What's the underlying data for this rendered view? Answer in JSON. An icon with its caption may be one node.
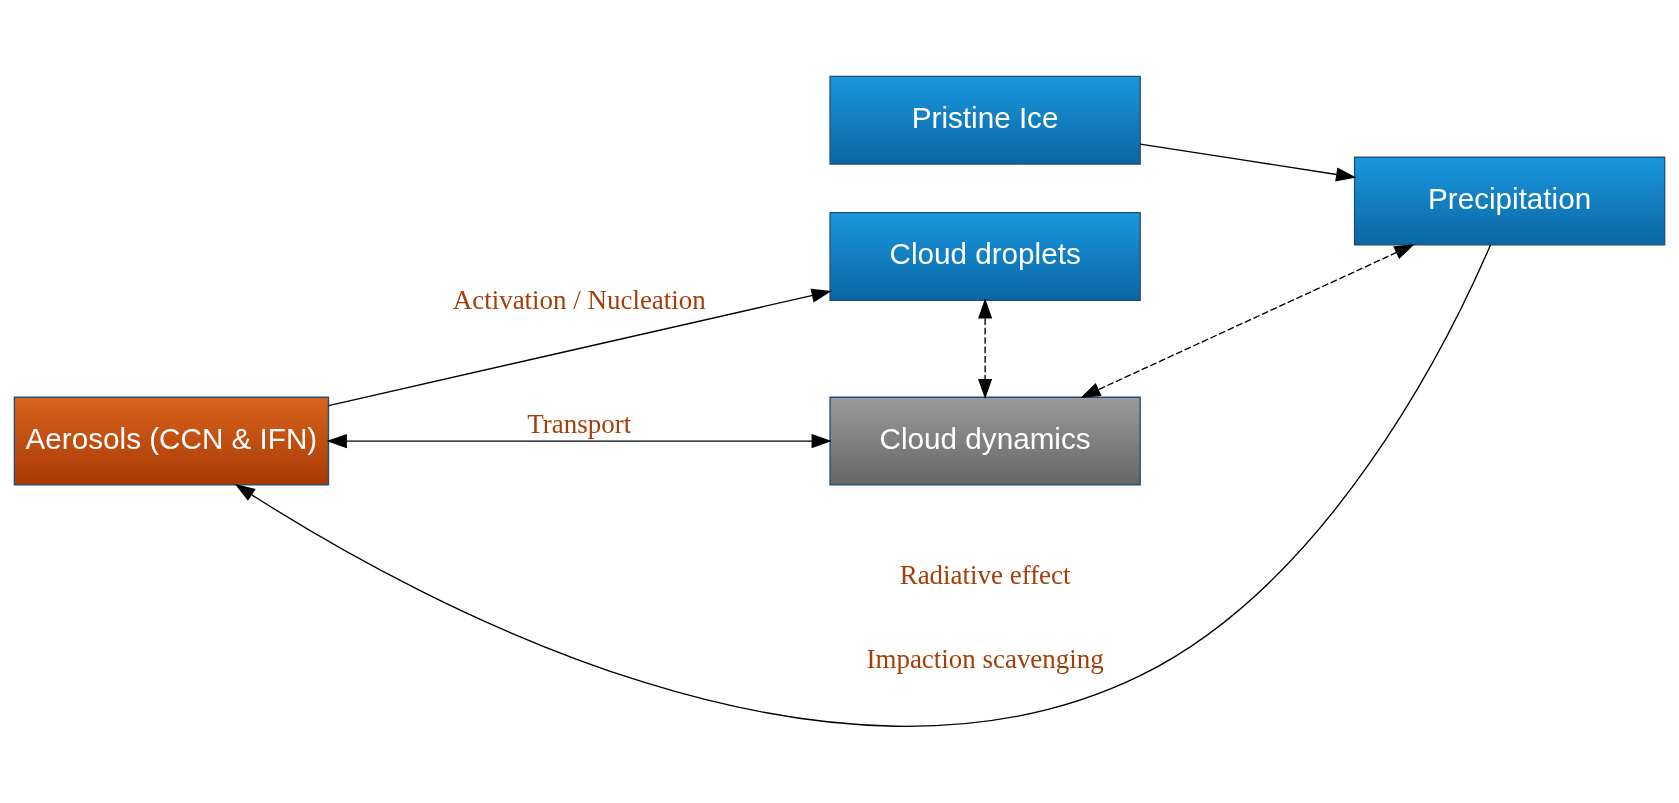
{
  "diagram": {
    "nodes": [
      {
        "text": [
          "Pristine Ice"
        ]
      },
      {
        "text": [
          "Cloud droplets"
        ]
      },
      {
        "text": [
          "Aerosols (CCN & IFN)"
        ]
      },
      {
        "text": [
          "Precipitation"
        ]
      },
      {
        "text": [
          "Cloud dynamics"
        ]
      }
    ],
    "edges": [
      {
        "from": 2,
        "to": 1,
        "arrow": "to",
        "label": "Activation / Nucleation"
      },
      {
        "from": 0,
        "to": 3,
        "arrow": "to"
      },
      {
        "from": 3,
        "to": 2,
        "arrow": "to",
        "label": "Impaction scavenging"
      },
      {
        "from": 1,
        "to": 4,
        "arrow": "both",
        "style": "dashed"
      },
      {
        "from": 3,
        "to": 4,
        "arrow": "both",
        "style": "dashed"
      },
      {
        "from": 2,
        "to": 4,
        "arrow": "both",
        "label": "Transport"
      }
    ],
    "labels": [
      "Radiative effect"
    ]
  }
}
